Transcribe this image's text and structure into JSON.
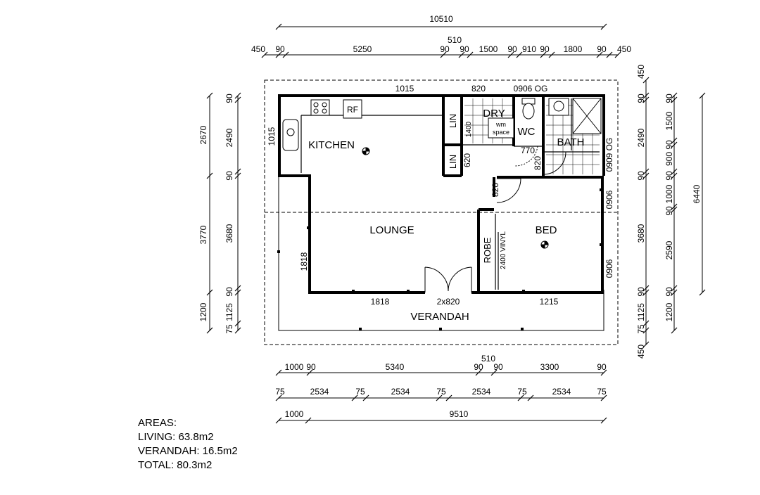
{
  "dims": {
    "top_overall": "10510",
    "top_510": "510",
    "top_450_left": "450",
    "top_450_right": "450",
    "top_90": "90",
    "top_5250": "5250",
    "top_1500": "1500",
    "top_910": "910",
    "top_1800": "1800",
    "left_2670": "2670",
    "left_3770": "3770",
    "left_1200": "1200",
    "left_75": "75",
    "left_1125": "1125",
    "left_2490": "2490",
    "left_3680": "3680",
    "left_90": "90",
    "right_2490": "2490",
    "right_3680": "3680",
    "right_1125": "1125",
    "right_75": "75",
    "right_90": "90",
    "right_1500": "1500",
    "right_900": "900",
    "right_1000": "1000",
    "right_2590": "2590",
    "right_1200": "1200",
    "right_6440": "6440",
    "right_450": "450",
    "bot_1000": "1000",
    "bot_5340": "5340",
    "bot_3300": "3300",
    "bot_90": "90",
    "bot_510": "510",
    "bot_75": "75",
    "bot_2534": "2534",
    "bot_9510": "9510"
  },
  "plan": {
    "rooms": {
      "kitchen": "KITCHEN",
      "lounge": "LOUNGE",
      "bed": "BED",
      "bath": "BATH",
      "wc": "WC",
      "dry": "DRY",
      "verandah": "VERANDAH",
      "robe": "ROBE",
      "lin": "LIN",
      "rf": "RF",
      "wm": "wm",
      "space": "space"
    },
    "notes": {
      "w1015_top": "1015",
      "w1015_left": "1015",
      "w820_top": "820",
      "w0906_og": "0906  OG",
      "w0909_og": "0909  OG",
      "w770": "770",
      "w820_bath": "820",
      "w620": "620",
      "w820_bed": "820",
      "w0906_right_a": "0906",
      "w0906_right_b": "0906",
      "w1818_left": "1818",
      "w1818_bottom": "1818",
      "w2x820": "2x820",
      "w1215": "1215",
      "w2400_vinyl": "2400 VINYL",
      "w1400": "1400"
    }
  },
  "areas": {
    "heading": "AREAS:",
    "living": "LIVING:  63.8m2",
    "verandah": "VERANDAH:  16.5m2",
    "total": "TOTAL:  80.3m2"
  }
}
